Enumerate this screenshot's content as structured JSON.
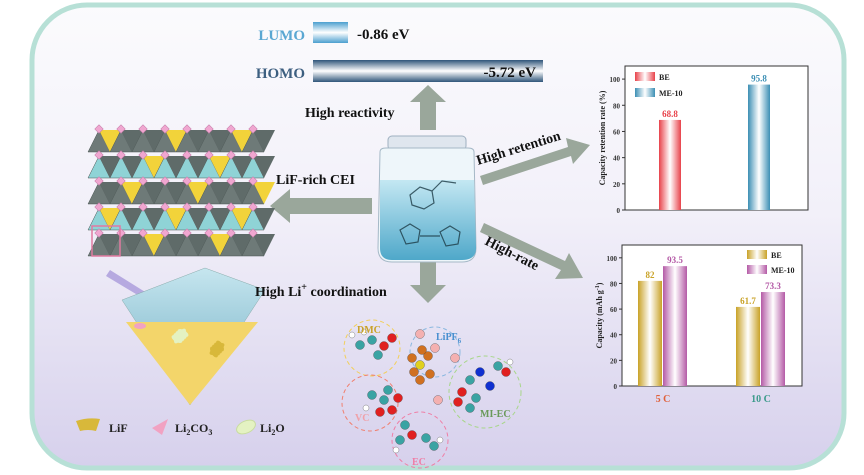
{
  "energy": {
    "lumo_label": "LUMO",
    "lumo_value": "-0.86 eV",
    "homo_label": "HOMO",
    "homo_value": "-5.72 eV"
  },
  "arrows": {
    "up": "High reactivity",
    "left": "LiF-rich CEI",
    "retention": "High retention",
    "rate": "High-rate",
    "down_prefix": "High Li",
    "down_sup": "+",
    "down_suffix": " coordination"
  },
  "solvation": {
    "dmc": "DMC",
    "lipf6": "LiPF",
    "lipf6_sub": "6",
    "vc": "VC",
    "ec": "EC",
    "mi_ec": "MI-EC"
  },
  "legend": {
    "lif": "LiF",
    "li2co3_a": "Li",
    "li2co3_sub1": "2",
    "li2co3_b": "CO",
    "li2co3_sub2": "3",
    "li2o_a": "Li",
    "li2o_sub": "2",
    "li2o_b": "O"
  },
  "colors": {
    "be_retention": "#e8424a",
    "me10_retention": "#3c8fb4",
    "be_rate": "#c9a227",
    "me10_rate": "#b45aa6",
    "arrow": "#9aa79b"
  },
  "chart_data": [
    {
      "type": "bar",
      "ylabel": "Capacity retention rate (%)",
      "ylim": [
        0,
        110
      ],
      "yticks": [
        "0",
        "20",
        "40",
        "60",
        "80",
        "100"
      ],
      "series": [
        {
          "name": "BE",
          "values": [
            68.8
          ],
          "labels": [
            "68.8"
          ]
        },
        {
          "name": "ME-10",
          "values": [
            95.8
          ],
          "labels": [
            "95.8"
          ]
        }
      ],
      "legend": "top-left"
    },
    {
      "type": "bar",
      "ylabel": "Capacity (mAh g",
      "ylabel_sup": "-1",
      "ylabel_end": ")",
      "ylim": [
        0,
        110
      ],
      "yticks": [
        "0",
        "20",
        "40",
        "60",
        "80",
        "100"
      ],
      "categories": [
        "5 C",
        "10 C"
      ],
      "series": [
        {
          "name": "BE",
          "values": [
            82,
            61.7
          ],
          "labels": [
            "82",
            "61.7"
          ]
        },
        {
          "name": "ME-10",
          "values": [
            93.5,
            73.3
          ],
          "labels": [
            "93.5",
            "73.3"
          ]
        }
      ],
      "legend": "top-right"
    }
  ]
}
